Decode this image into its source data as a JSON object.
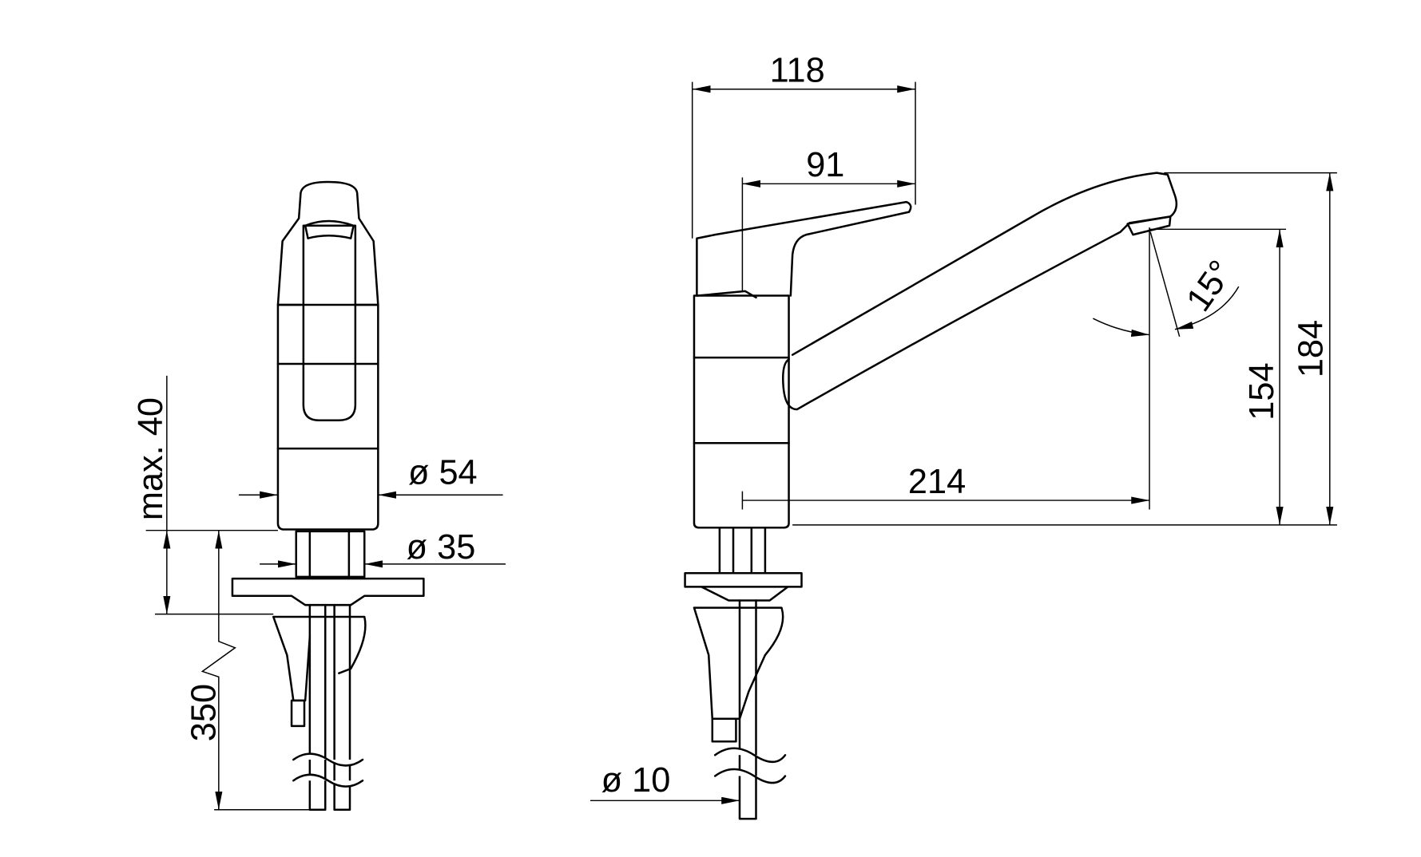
{
  "drawing": {
    "front_view": {
      "max_height_label": "max. 40",
      "supply_length_label": "350",
      "body_diameter_label": "ø 54",
      "shank_diameter_label": "ø 35"
    },
    "side_view": {
      "total_depth_label": "118",
      "lever_length_label": "91",
      "spout_reach_label": "214",
      "spout_angle_label": "15°",
      "outlet_height_label": "154",
      "total_height_label": "184",
      "hose_diameter_label": "ø 10"
    }
  }
}
